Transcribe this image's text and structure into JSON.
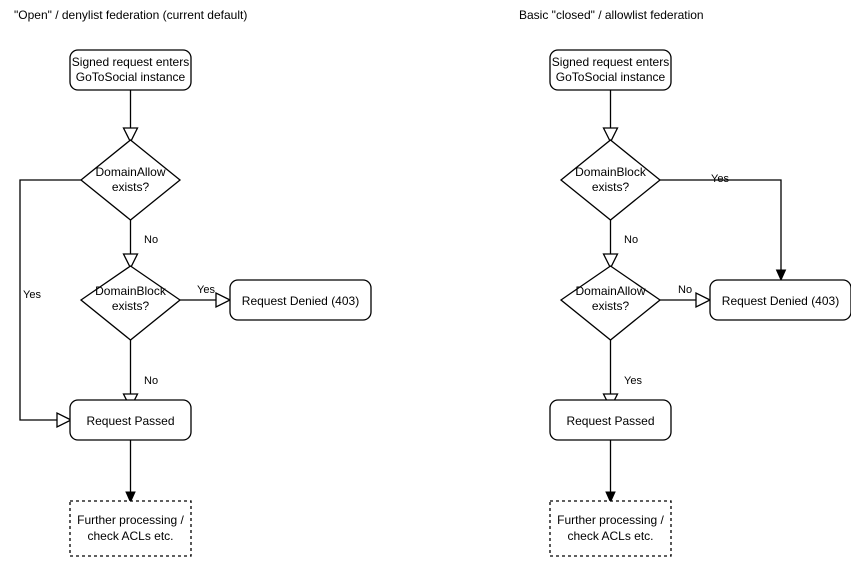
{
  "columns": [
    {
      "title": "\"Open\" / denylist federation (current default)",
      "nodes": {
        "start": "Signed request enters\nGoToSocial instance",
        "start_line1": "Signed request enters",
        "start_line2": "GoToSocial instance",
        "decision1_line1": "DomainAllow",
        "decision1_line2": "exists?",
        "decision2_line1": "DomainBlock",
        "decision2_line2": "exists?",
        "denied": "Request Denied (403)",
        "passed": "Request Passed",
        "further_line1": "Further processing /",
        "further_line2": "check ACLs etc."
      },
      "edges": {
        "decision1_yes": "Yes",
        "decision1_no": "No",
        "decision2_yes": "Yes",
        "decision2_no": "No"
      }
    },
    {
      "title": "Basic \"closed\" / allowlist federation",
      "nodes": {
        "start": "Signed request enters\nGoToSocial instance",
        "start_line1": "Signed request enters",
        "start_line2": "GoToSocial instance",
        "decision1_line1": "DomainBlock",
        "decision1_line2": "exists?",
        "decision2_line1": "DomainAllow",
        "decision2_line2": "exists?",
        "denied": "Request Denied (403)",
        "passed": "Request Passed",
        "further_line1": "Further processing /",
        "further_line2": "check ACLs etc."
      },
      "edges": {
        "decision1_yes": "Yes",
        "decision1_no": "No",
        "decision2_no": "No",
        "decision2_yes": "Yes"
      }
    }
  ],
  "style": {
    "stroke_color": "#000000",
    "fill_color": "#ffffff",
    "text_color": "#000000",
    "background": "#ffffff"
  }
}
